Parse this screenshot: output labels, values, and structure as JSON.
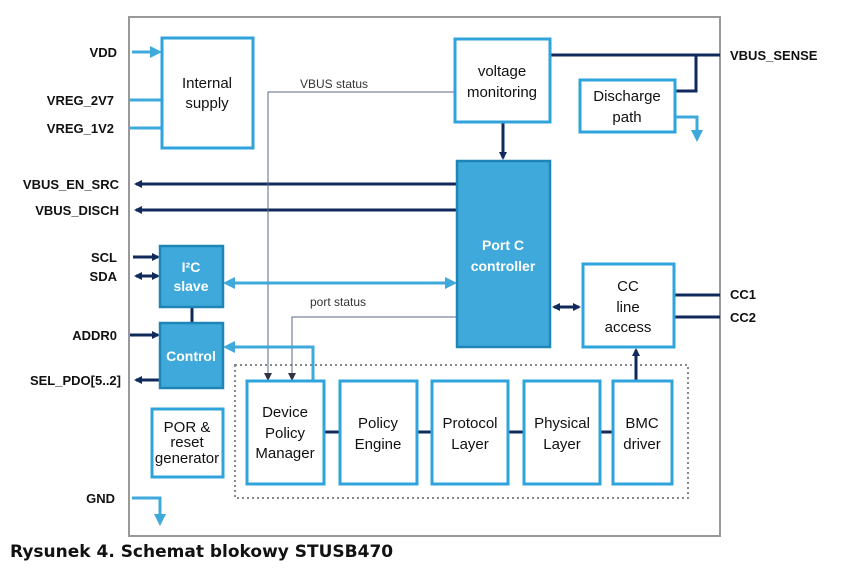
{
  "pins_left": {
    "vdd": "VDD",
    "vreg_2v7": "VREG_2V7",
    "vreg_1v2": "VREG_1V2",
    "vbus_en_src": "VBUS_EN_SRC",
    "vbus_disch": "VBUS_DISCH",
    "scl": "SCL",
    "sda": "SDA",
    "addr0": "ADDR0",
    "sel_pdo": "SEL_PDO[5..2]",
    "gnd": "GND"
  },
  "pins_right": {
    "vbus_sense": "VBUS_SENSE",
    "cc1": "CC1",
    "cc2": "CC2"
  },
  "blocks": {
    "internal_supply": [
      "Internal",
      "supply"
    ],
    "voltage_monitoring": [
      "voltage",
      "monitoring"
    ],
    "discharge_path": [
      "Discharge",
      "path"
    ],
    "port_c_controller": [
      "Port C",
      "controller"
    ],
    "cc_line_access": [
      "CC",
      "line",
      "access"
    ],
    "i2c_slave": [
      "I²C",
      "slave"
    ],
    "control": [
      "Control"
    ],
    "por": [
      "POR &",
      "reset",
      "generator"
    ],
    "device_policy_manager": [
      "Device",
      "Policy",
      "Manager"
    ],
    "policy_engine": [
      "Policy",
      "Engine"
    ],
    "protocol_layer": [
      "Protocol",
      "Layer"
    ],
    "physical_layer": [
      "Physical",
      "Layer"
    ],
    "bmc_driver": [
      "BMC",
      "driver"
    ]
  },
  "signals": {
    "vbus_status": "VBUS status",
    "port_status": "port status"
  },
  "caption": "Rysunek 4. Schemat blokowy STUSB470",
  "colors": {
    "block_border": "#2fa3db",
    "block_fill": "#3fa9dc",
    "bus_dark": "#102a5c",
    "chip_outline": "#999999"
  }
}
